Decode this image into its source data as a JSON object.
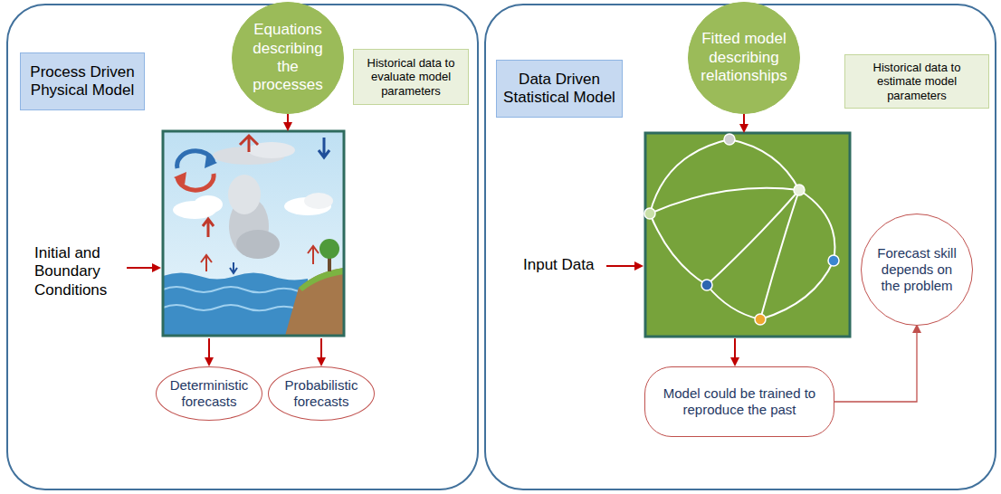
{
  "diagram": {
    "nodes": [
      {
        "text": [
          "Process Driven Physical Model"
        ]
      },
      {
        "text": [
          "Equations describing the processes"
        ]
      },
      {
        "text": [
          "Historical data to evaluate model parameters"
        ]
      },
      {
        "text": [
          "Deterministic forecasts"
        ]
      },
      {
        "text": [
          "Probabilistic forecasts"
        ]
      },
      {
        "text": [
          "Data Driven Statistical Model"
        ]
      },
      {
        "text": [
          "Fitted model describing relationships"
        ]
      },
      {
        "text": [
          "Historical data to estimate model parameters"
        ]
      },
      {
        "text": [
          "Model could be trained to reproduce the past"
        ]
      },
      {
        "text": [
          "Forecast skill depends on the problem"
        ]
      }
    ],
    "edges": [
      {
        "from": 8,
        "to": 9,
        "arrow": "to"
      }
    ],
    "labels": [
      "Initial and Boundary Conditions",
      "Input Data"
    ]
  }
}
